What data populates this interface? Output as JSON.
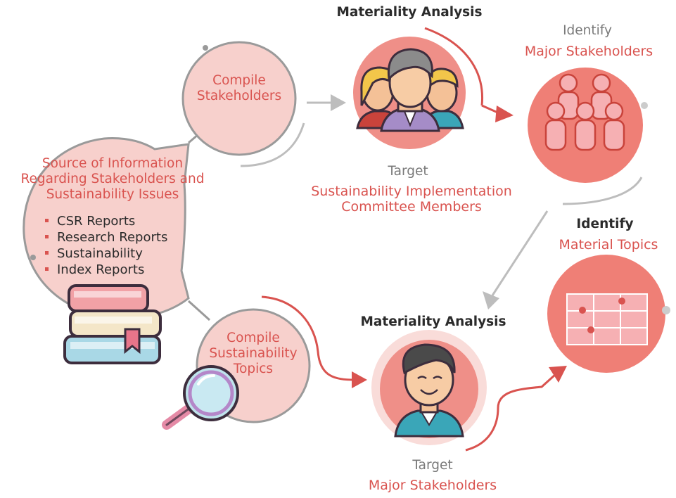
{
  "colors": {
    "accent_red": "#d9534f",
    "circle_pink": "#f5c6c0",
    "circle_red": "#ef7f76",
    "arrow_grey": "#bdbdbd",
    "text_dark": "#2b2b2b",
    "text_grey": "#7a7a7a"
  },
  "source": {
    "title_lines": [
      "Source of Information",
      "Regarding Stakeholders and",
      "Sustainability Issues"
    ],
    "items": [
      "CSR Reports",
      "Research Reports",
      "Sustainability",
      "Index Reports"
    ]
  },
  "compile_stakeholders": {
    "lines": [
      "Compile",
      "Stakeholders"
    ]
  },
  "compile_topics": {
    "lines": [
      "Compile",
      "Sustainability",
      "Topics"
    ]
  },
  "analysis_top": {
    "heading": "Materiality Analysis",
    "target_label": "Target",
    "target_lines": [
      "Sustainability Implementation",
      "Committee Members"
    ]
  },
  "identify_stakeholders": {
    "label": "Identify",
    "value": "Major Stakeholders"
  },
  "identify_topics": {
    "label": "Identify",
    "value": "Material Topics"
  },
  "analysis_bottom": {
    "heading": "Materiality Analysis",
    "target_label": "Target",
    "target_value": "Major Stakeholders"
  },
  "icons": [
    "books-icon",
    "magnifier-icon",
    "committee-members-icon",
    "stakeholder-crowd-icon",
    "topic-matrix-icon",
    "stakeholder-person-icon"
  ]
}
